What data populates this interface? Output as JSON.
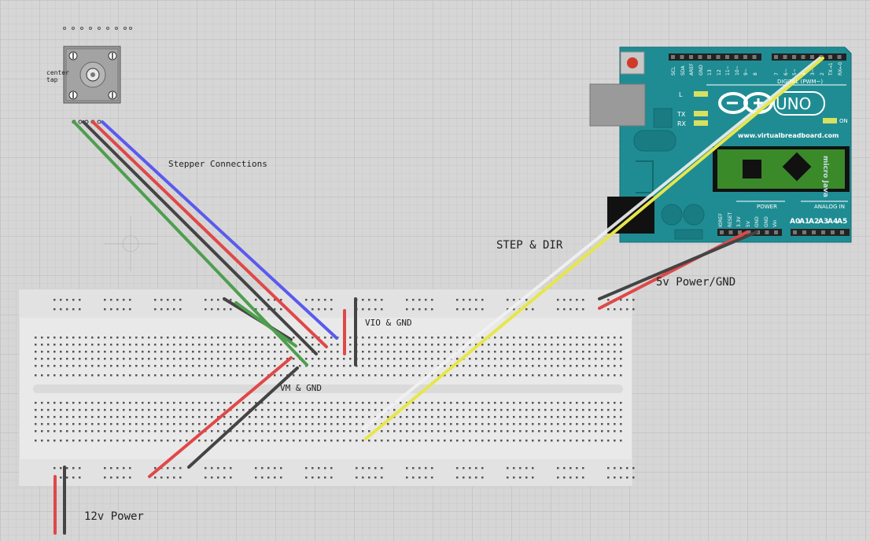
{
  "labels": {
    "stepper_connections": "Stepper Connections",
    "center_tap": "center\ntap",
    "vio_gnd": "VIO & GND",
    "vm_gnd": "VM & GND",
    "step_dir": "STEP & DIR",
    "power_5v": "5v Power/GND",
    "power_12v": "12v Power"
  },
  "arduino": {
    "model": "UNO",
    "url": "www.virtualbreadboard.com",
    "digital_header": "DIGITAL (PWM~)",
    "power_header": "POWER",
    "analog_header": "ANALOG IN",
    "led_l": "L",
    "led_tx": "TX",
    "led_rx": "RX",
    "on_label": "ON",
    "analog_pins": [
      "A0",
      "A1",
      "A2",
      "A3",
      "A4",
      "A5"
    ],
    "digital_pins_left": [
      "SCL",
      "SDA",
      "AREF",
      "GND",
      "13",
      "12",
      "11~",
      "10~",
      "9~",
      "8"
    ],
    "digital_pins_right": [
      "7",
      "6~",
      "5~",
      "4",
      "3~",
      "2",
      "TX→1",
      "RX←0"
    ],
    "power_pins": [
      "IOREF",
      "RESET",
      "3.3V",
      "5V",
      "GND",
      "GND",
      "Vin"
    ],
    "chip_text": "micro Java"
  },
  "colors": {
    "arduino_teal": "#1f8c93",
    "wire_blue": "#5a5af0",
    "wire_red": "#e04848",
    "wire_black": "#444444",
    "wire_green": "#4e9e4e",
    "wire_white": "#f2f2f2",
    "wire_yellow": "#e6e64a",
    "breadboard": "#e9e9e9"
  }
}
